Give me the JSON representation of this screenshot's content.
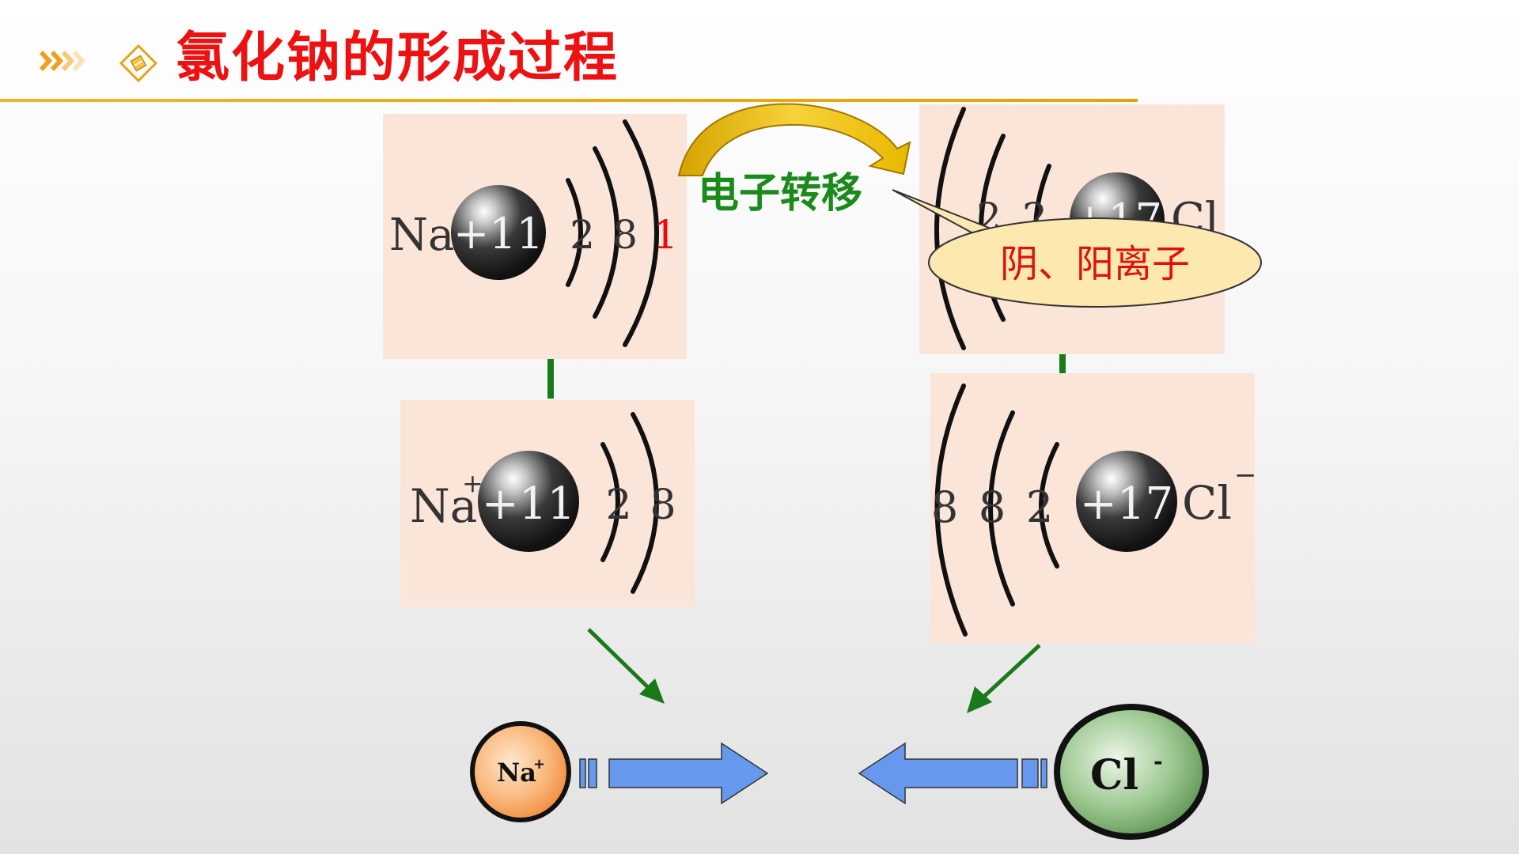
{
  "title": "氯化钠的形成过程",
  "colors": {
    "title": "#ee1111",
    "rule": "#f0b429",
    "panel_bg": "#fbe5d9",
    "green": "#1a7a1a",
    "callout_fill": "#fde8b0",
    "callout_text": "#e01010",
    "arrow_blue": "#6699ee",
    "na_ball": "#f8a05a",
    "cl_ball": "#6fa86a"
  },
  "icons": [
    "double-chevron-icon",
    "diamond-bullet-icon"
  ],
  "transfer_label": "电子转移",
  "callout_label": "阴、阳离子",
  "na_atom": {
    "symbol": "Na",
    "nucleus": "+11",
    "shells": [
      "2",
      "8",
      "1"
    ]
  },
  "cl_atom": {
    "symbol": "Cl",
    "nucleus": "+17",
    "shells_partial": [
      "2",
      "2"
    ]
  },
  "na_ion": {
    "symbol": "Na",
    "charge": "+",
    "nucleus": "+11",
    "shells": [
      "2",
      "8"
    ]
  },
  "cl_ion": {
    "symbol": "Cl",
    "charge": "−",
    "nucleus": "+17",
    "shells": [
      "8",
      "8",
      "2"
    ]
  },
  "na_ball_label": {
    "symbol": "Na",
    "charge": "+"
  },
  "cl_ball_label": {
    "symbol": "Cl",
    "charge": "-"
  }
}
